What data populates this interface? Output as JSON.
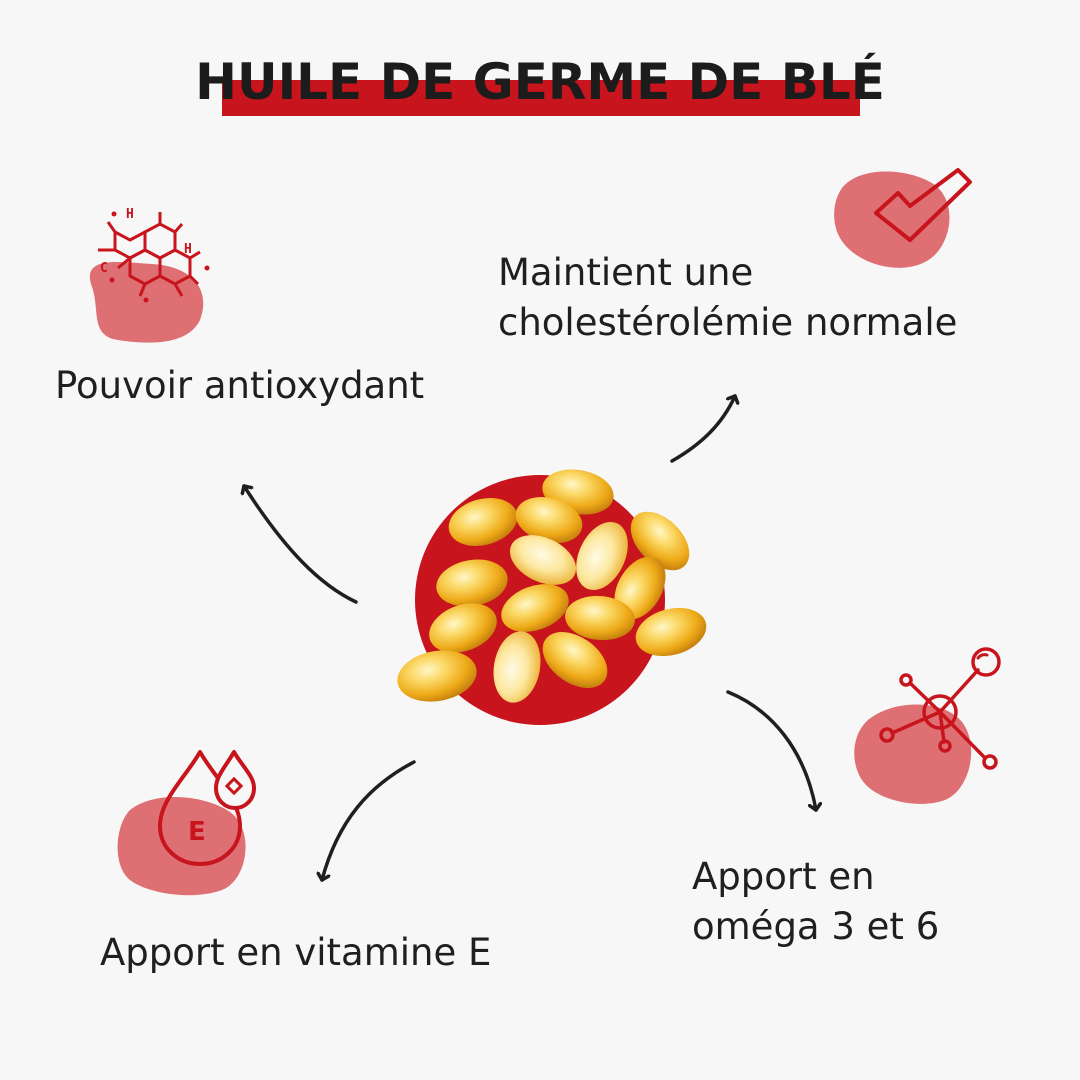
{
  "title": "HUILE DE GERME DE BLÉ",
  "benefits": {
    "antioxidant": {
      "label": "Pouvoir antioxydant",
      "icon": "molecule-icon"
    },
    "cholesterol": {
      "line1": "Maintient une",
      "line2": "cholestérolémie normale",
      "icon": "checkmark-icon"
    },
    "vitamin_e": {
      "label": "Apport en vitamine E",
      "icon": "vitamin-e-drop-icon",
      "badge": "E"
    },
    "omega": {
      "line1": "Apport en",
      "line2": "oméga 3 et 6",
      "icon": "network-nodes-icon"
    }
  },
  "molecule_letters": {
    "h1": "H",
    "h2": "H",
    "c": "C"
  },
  "colors": {
    "accent_red": "#c8141c",
    "blob_pink": "#de6f73",
    "icon_red": "#c8141c",
    "capsule_gold": "#f2b31f",
    "text_dark": "#1f1f1f",
    "background": "#f7f7f7"
  }
}
